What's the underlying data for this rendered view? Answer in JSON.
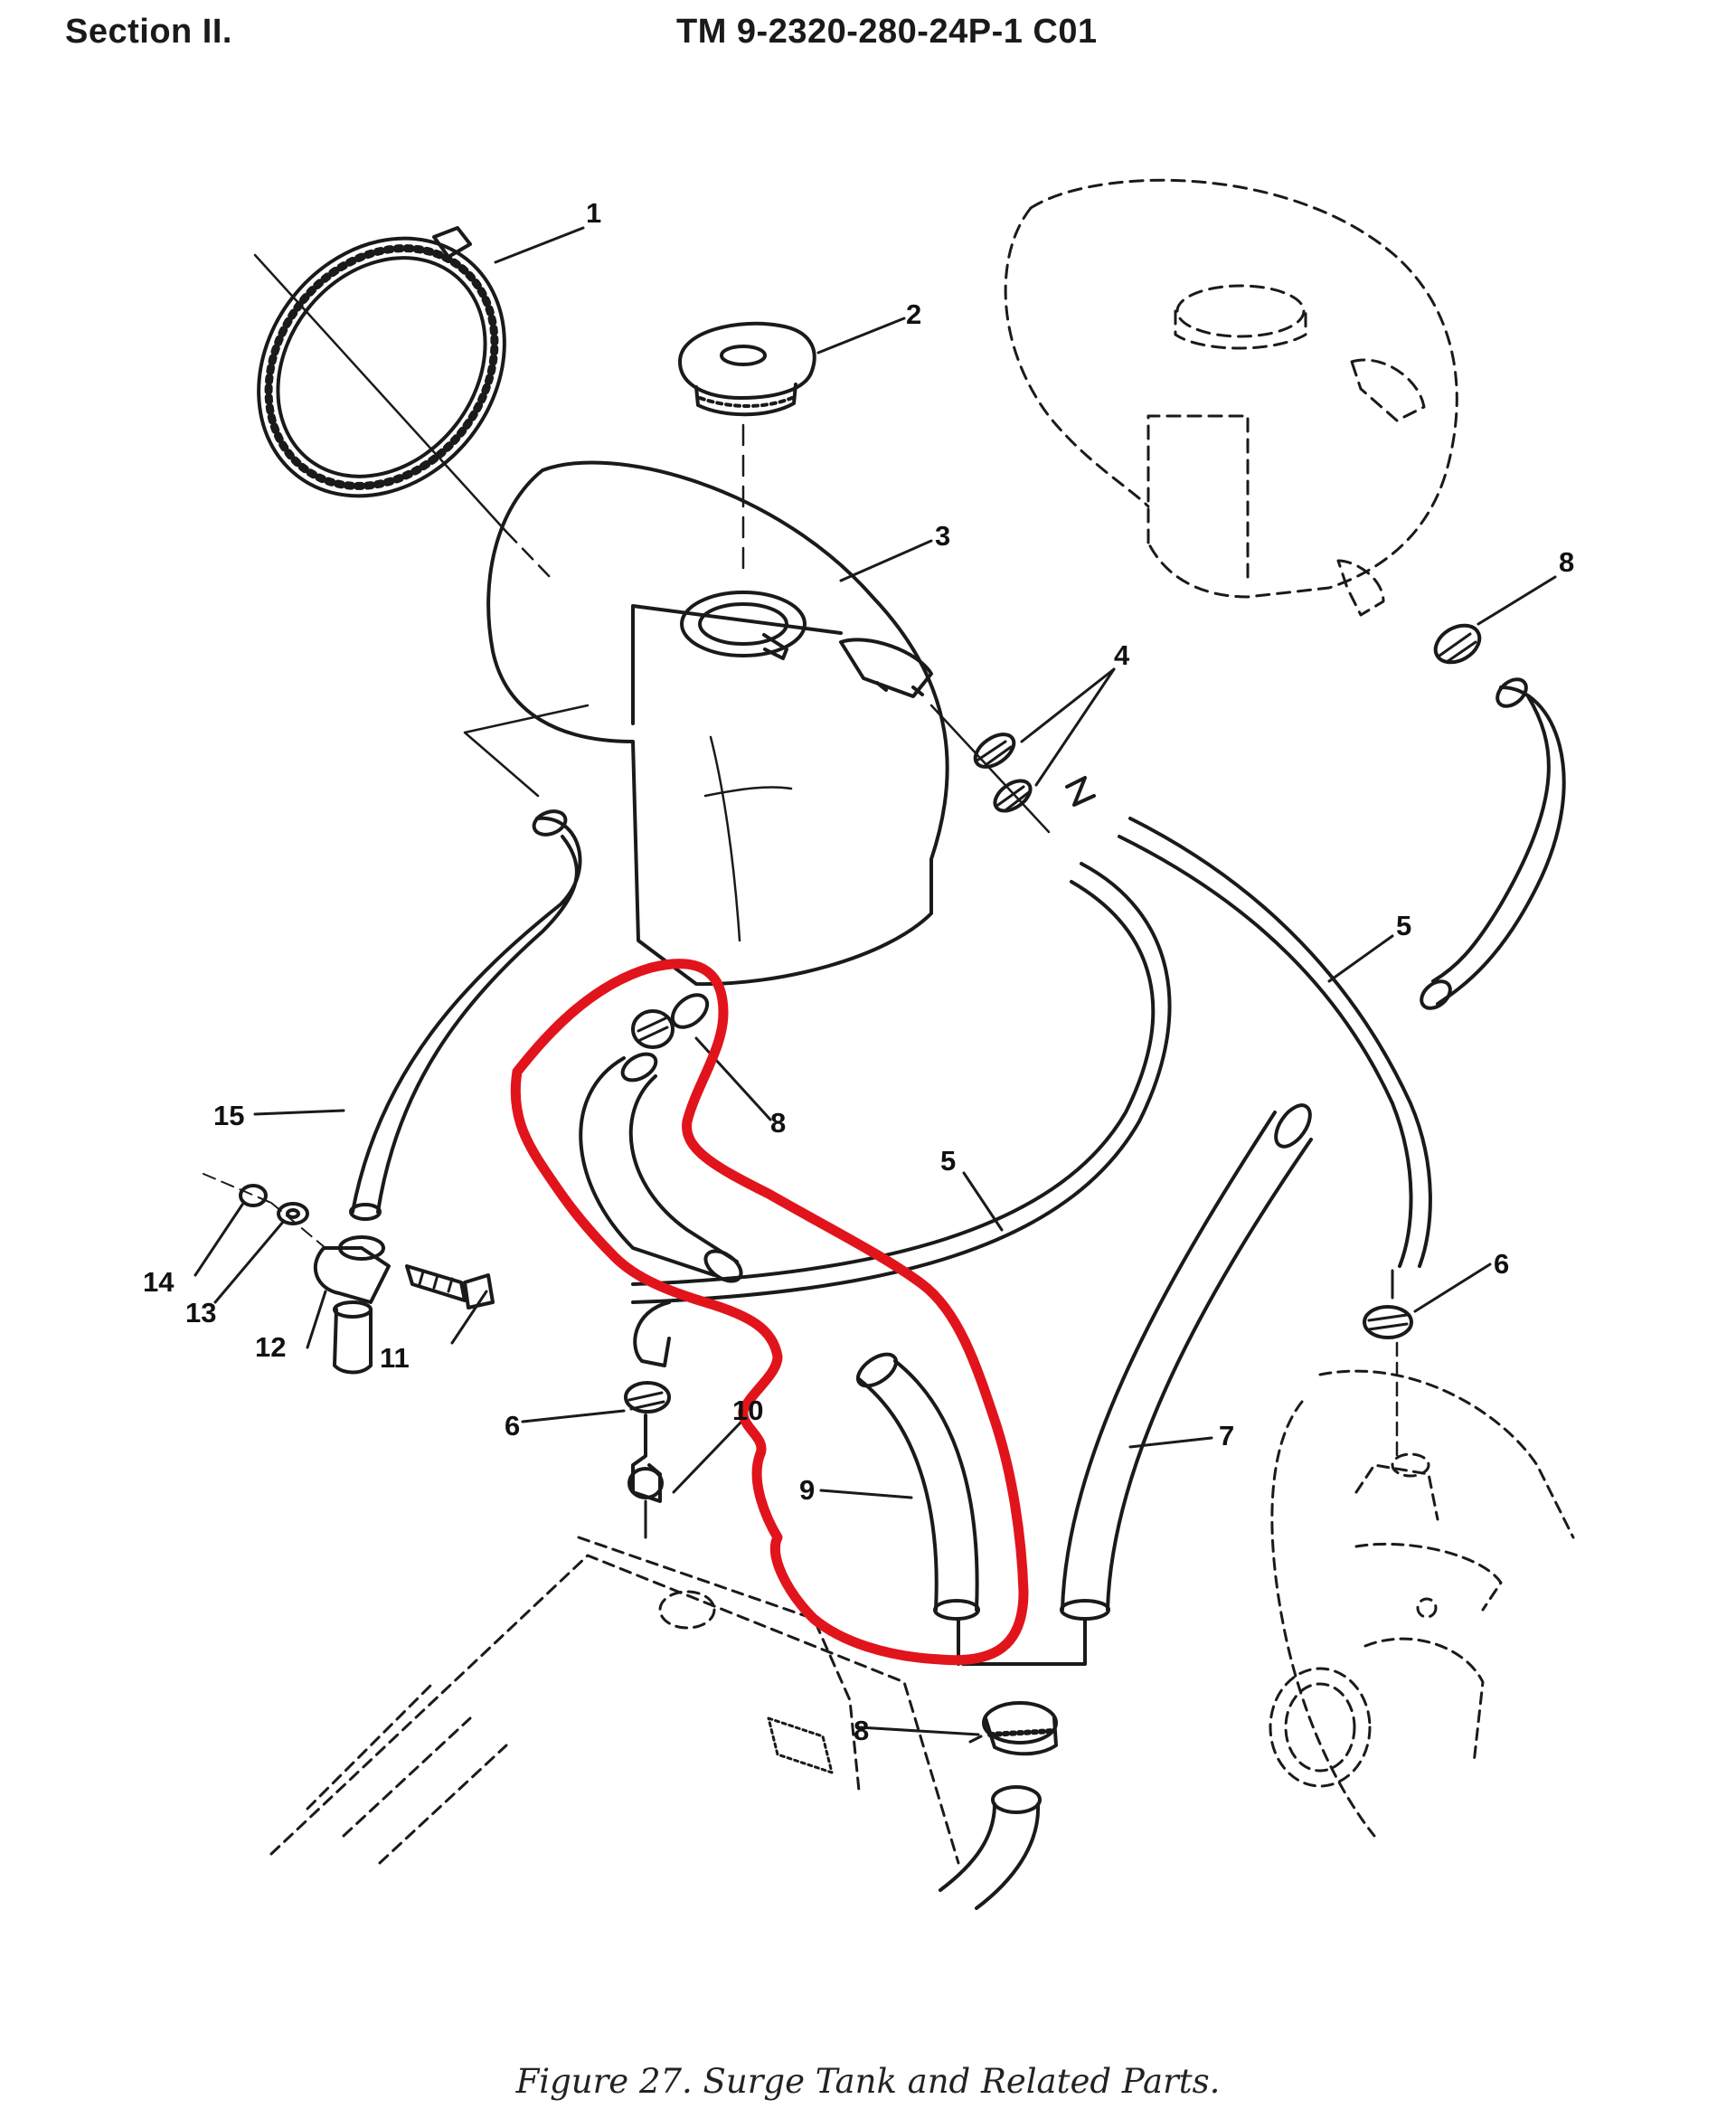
{
  "header": {
    "section": "Section II.",
    "tm_number": "TM 9-2320-280-24P-1  C01"
  },
  "caption": "Figure 27.  Surge Tank and Related Parts.",
  "callouts": [
    "1",
    "2",
    "3",
    "4",
    "5",
    "5",
    "6",
    "6",
    "7",
    "8",
    "8",
    "8",
    "9",
    "10",
    "11",
    "12",
    "13",
    "14",
    "15"
  ],
  "colors": {
    "line": "#1a1a1a",
    "highlight": "#e1141c",
    "background": "#ffffff"
  }
}
